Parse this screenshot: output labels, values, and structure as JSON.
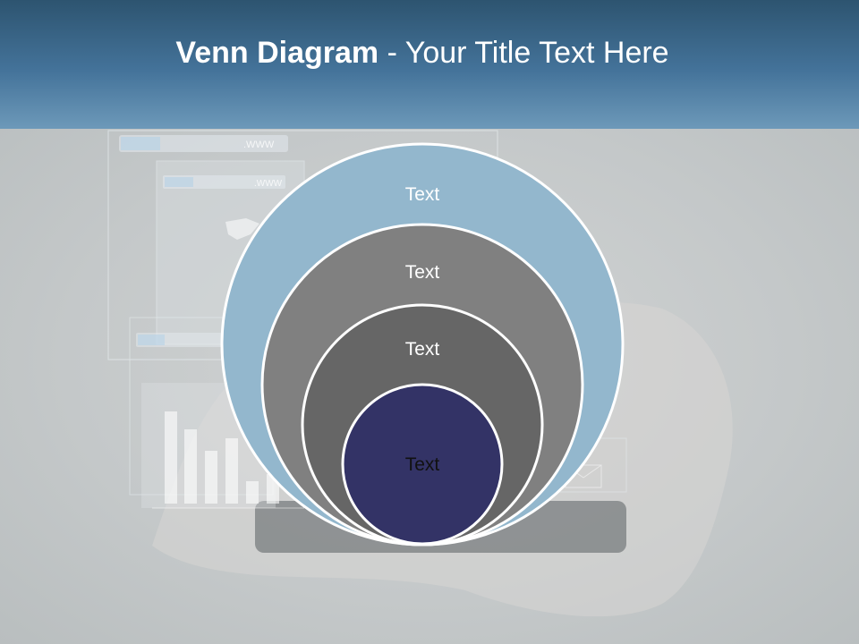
{
  "slide": {
    "title_bold": "Venn Diagram",
    "title_rest": " - Your Title Text Here"
  },
  "background": {
    "browser_url_1": ".WWW",
    "browser_url_2": ".WWW"
  },
  "diagram": {
    "circles": [
      {
        "label": "Text",
        "fill": "#93b7cd",
        "text_color": "#ffffff"
      },
      {
        "label": "Text",
        "fill": "#808080",
        "text_color": "#ffffff"
      },
      {
        "label": "Text",
        "fill": "#666666",
        "text_color": "#ffffff"
      },
      {
        "label": "Text",
        "fill": "#333366",
        "text_color": "#111111"
      }
    ]
  }
}
